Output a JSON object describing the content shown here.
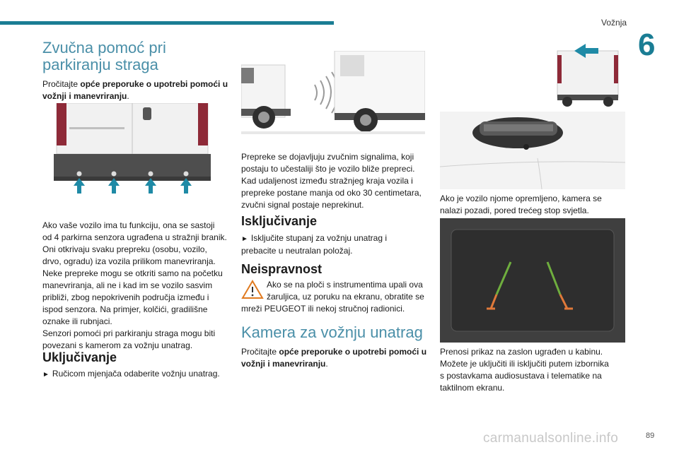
{
  "header": {
    "section_label": "Vožnja",
    "chapter_number": "6"
  },
  "rear_parking": {
    "title_line1": "Zvučna pomoć pri",
    "title_line2": "parkiranju straga",
    "intro_prefix": "Pročitajte ",
    "intro_bold": "opće preporuke o upotrebi pomoći u vožnji i manevriranju",
    "intro_suffix": ".",
    "description_lines": [
      "Ako vaše vozilo ima tu funkciju, ona se sastoji",
      "od 4 parkirna senzora ugrađena u stražnji branik.",
      "Oni otkrivaju svaku prepreku (osobu, vozilo,",
      "drvo, ogradu) iza vozila prilikom manevriranja.",
      "Neke prepreke mogu se otkriti samo na početku",
      "manevriranja, ali ne i kad im se vozilo sasvim",
      "približi, zbog nepokrivenih područja između i",
      "ispod senzora. Na primjer, kolčići, gradilišne",
      "oznake ili rubnjaci.",
      "Senzori pomoći pri parkiranju straga mogu biti",
      "povezani s kamerom za vožnju unatrag."
    ],
    "activation_title": "Uključivanje",
    "activation_text": "Ručicom mjenjača odaberite vožnju unatrag."
  },
  "obstacles": {
    "signal_lines": [
      "Prepreke se dojavljuju zvučnim signalima, koji",
      "postaju to učestaliji što je vozilo bliže prepreci.",
      "Kad udaljenost između stražnjeg kraja vozila i",
      "prepreke postane manja od oko 30 centimetara,",
      "zvučni signal postaje neprekinut."
    ],
    "deactivation_title": "Isključivanje",
    "deactivation_lines": [
      "Isključite stupanj za vožnju unatrag i",
      "prebacite u neutralan položaj."
    ],
    "malfunction_title": "Neispravnost",
    "malfunction_line1": "Ako se na ploči s instrumentima upali ova",
    "malfunction_line2": "žaruljica, uz poruku na ekranu, obratite se",
    "malfunction_line3": "mreži PEUGEOT ili nekoj stručnoj radionici."
  },
  "camera": {
    "title": "Kamera za vožnju unatrag",
    "intro_prefix": "Pročitajte ",
    "intro_bold": "opće preporuke o upotrebi pomoći u vožnji i manevriranju",
    "intro_suffix": ".",
    "location_lines": [
      "Ako je vozilo njome opremljeno, kamera se",
      "nalazi pozadi, pored trećeg stop svjetla."
    ],
    "display_lines": [
      "Prenosi prikaz na zaslon ugrađen u kabinu.",
      "Možete je uključiti ili isključiti putem izbornika",
      "s postavkama audiosustava i telematike na",
      "taktilnom ekranu."
    ]
  },
  "footer": {
    "page_number": "89",
    "watermark": "carmanualsonline.info"
  },
  "colors": {
    "accent": "#1a7d94",
    "heading_light": "#4a8fa8",
    "arrow": "#1f8aa6",
    "guide_green": "#6fae3e",
    "guide_orange": "#e0793a"
  }
}
